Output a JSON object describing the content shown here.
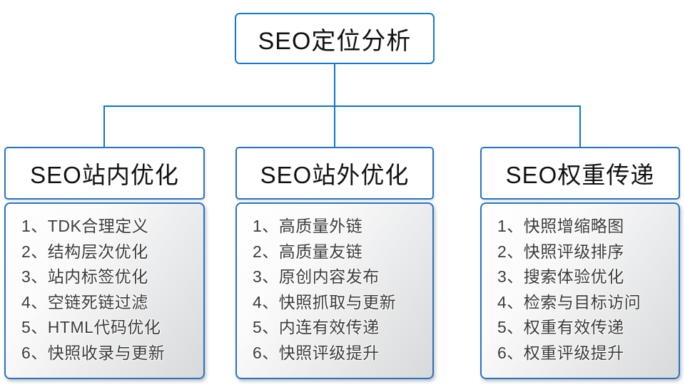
{
  "colors": {
    "background": "#ffffff",
    "connector": "#0c74c8",
    "root_border": "#0f7ad2",
    "node_border": "#2a73c2",
    "title_text": "#111111",
    "item_text": "#3c3c3c",
    "body_gradient_start": "#ffffff",
    "body_gradient_end": "#d7d9da"
  },
  "root": {
    "title": "SEO定位分析"
  },
  "columns": [
    {
      "title": "SEO站内优化",
      "items": [
        "1、TDK合理定义",
        "2、结构层次优化",
        "3、站内标签优化",
        "4、空链死链过滤",
        "5、HTML代码优化",
        "6、快照收录与更新"
      ]
    },
    {
      "title": "SEO站外优化",
      "items": [
        "1、高质量外链",
        "2、高质量友链",
        "3、原创内容发布",
        "4、快照抓取与更新",
        "5、内连有效传递",
        "6、快照评级提升"
      ]
    },
    {
      "title": "SEO权重传递",
      "items": [
        "1、快照增缩略图",
        "2、快照评级排序",
        "3、搜索体验优化",
        "4、检索与目标访问",
        "5、权重有效传递",
        "6、权重评级提升"
      ]
    }
  ]
}
